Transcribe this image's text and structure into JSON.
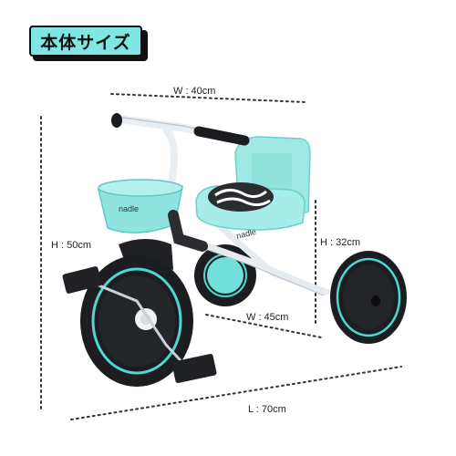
{
  "title": "本体サイズ",
  "dimensions": {
    "width_label": "W : 40cm",
    "height_label": "H : 50cm",
    "seat_height_label": "H : 32cm",
    "depth_label": "W : 45cm",
    "length_label": "L : 70cm"
  },
  "product": {
    "brand": "nadle"
  },
  "colors": {
    "accent": "#7fe6e3",
    "body": "#9ee9e6",
    "frame": "#e9eef2",
    "tire": "#1a1c1f",
    "rim": "#4fd6cf"
  }
}
